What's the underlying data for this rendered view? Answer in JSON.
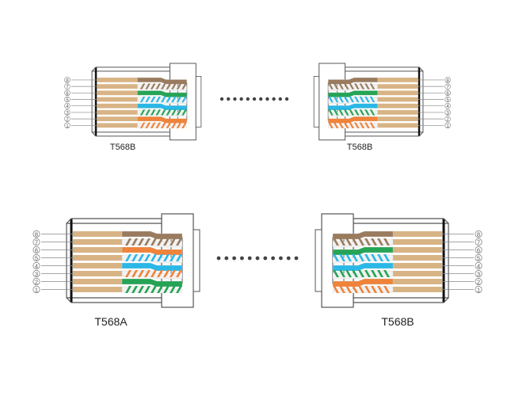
{
  "colors": {
    "white": "#f2f2f2",
    "orange": "#f0833a",
    "green": "#25a455",
    "blue": "#29b8e8",
    "brown": "#9a7b5e",
    "gold": "#d8b485",
    "outline": "#555555",
    "dots": "#444444"
  },
  "pin_numbers": [
    "1",
    "2",
    "3",
    "4",
    "5",
    "6",
    "7",
    "8"
  ],
  "standards": {
    "T568B": [
      {
        "base": "white",
        "stripe": "orange"
      },
      {
        "base": "orange"
      },
      {
        "base": "white",
        "stripe": "green"
      },
      {
        "base": "blue"
      },
      {
        "base": "white",
        "stripe": "blue"
      },
      {
        "base": "green"
      },
      {
        "base": "white",
        "stripe": "brown"
      },
      {
        "base": "brown"
      }
    ],
    "T568A": [
      {
        "base": "white",
        "stripe": "green"
      },
      {
        "base": "green"
      },
      {
        "base": "white",
        "stripe": "orange"
      },
      {
        "base": "blue"
      },
      {
        "base": "white",
        "stripe": "blue"
      },
      {
        "base": "orange"
      },
      {
        "base": "white",
        "stripe": "brown"
      },
      {
        "base": "brown"
      }
    ]
  },
  "connections": [
    {
      "left": {
        "label": "T568B",
        "standard": "T568B"
      },
      "right": {
        "label": "T568B",
        "standard": "T568B"
      }
    },
    {
      "left": {
        "label": "T568A",
        "standard": "T568A"
      },
      "right": {
        "label": "T568B",
        "standard": "T568B"
      }
    }
  ]
}
